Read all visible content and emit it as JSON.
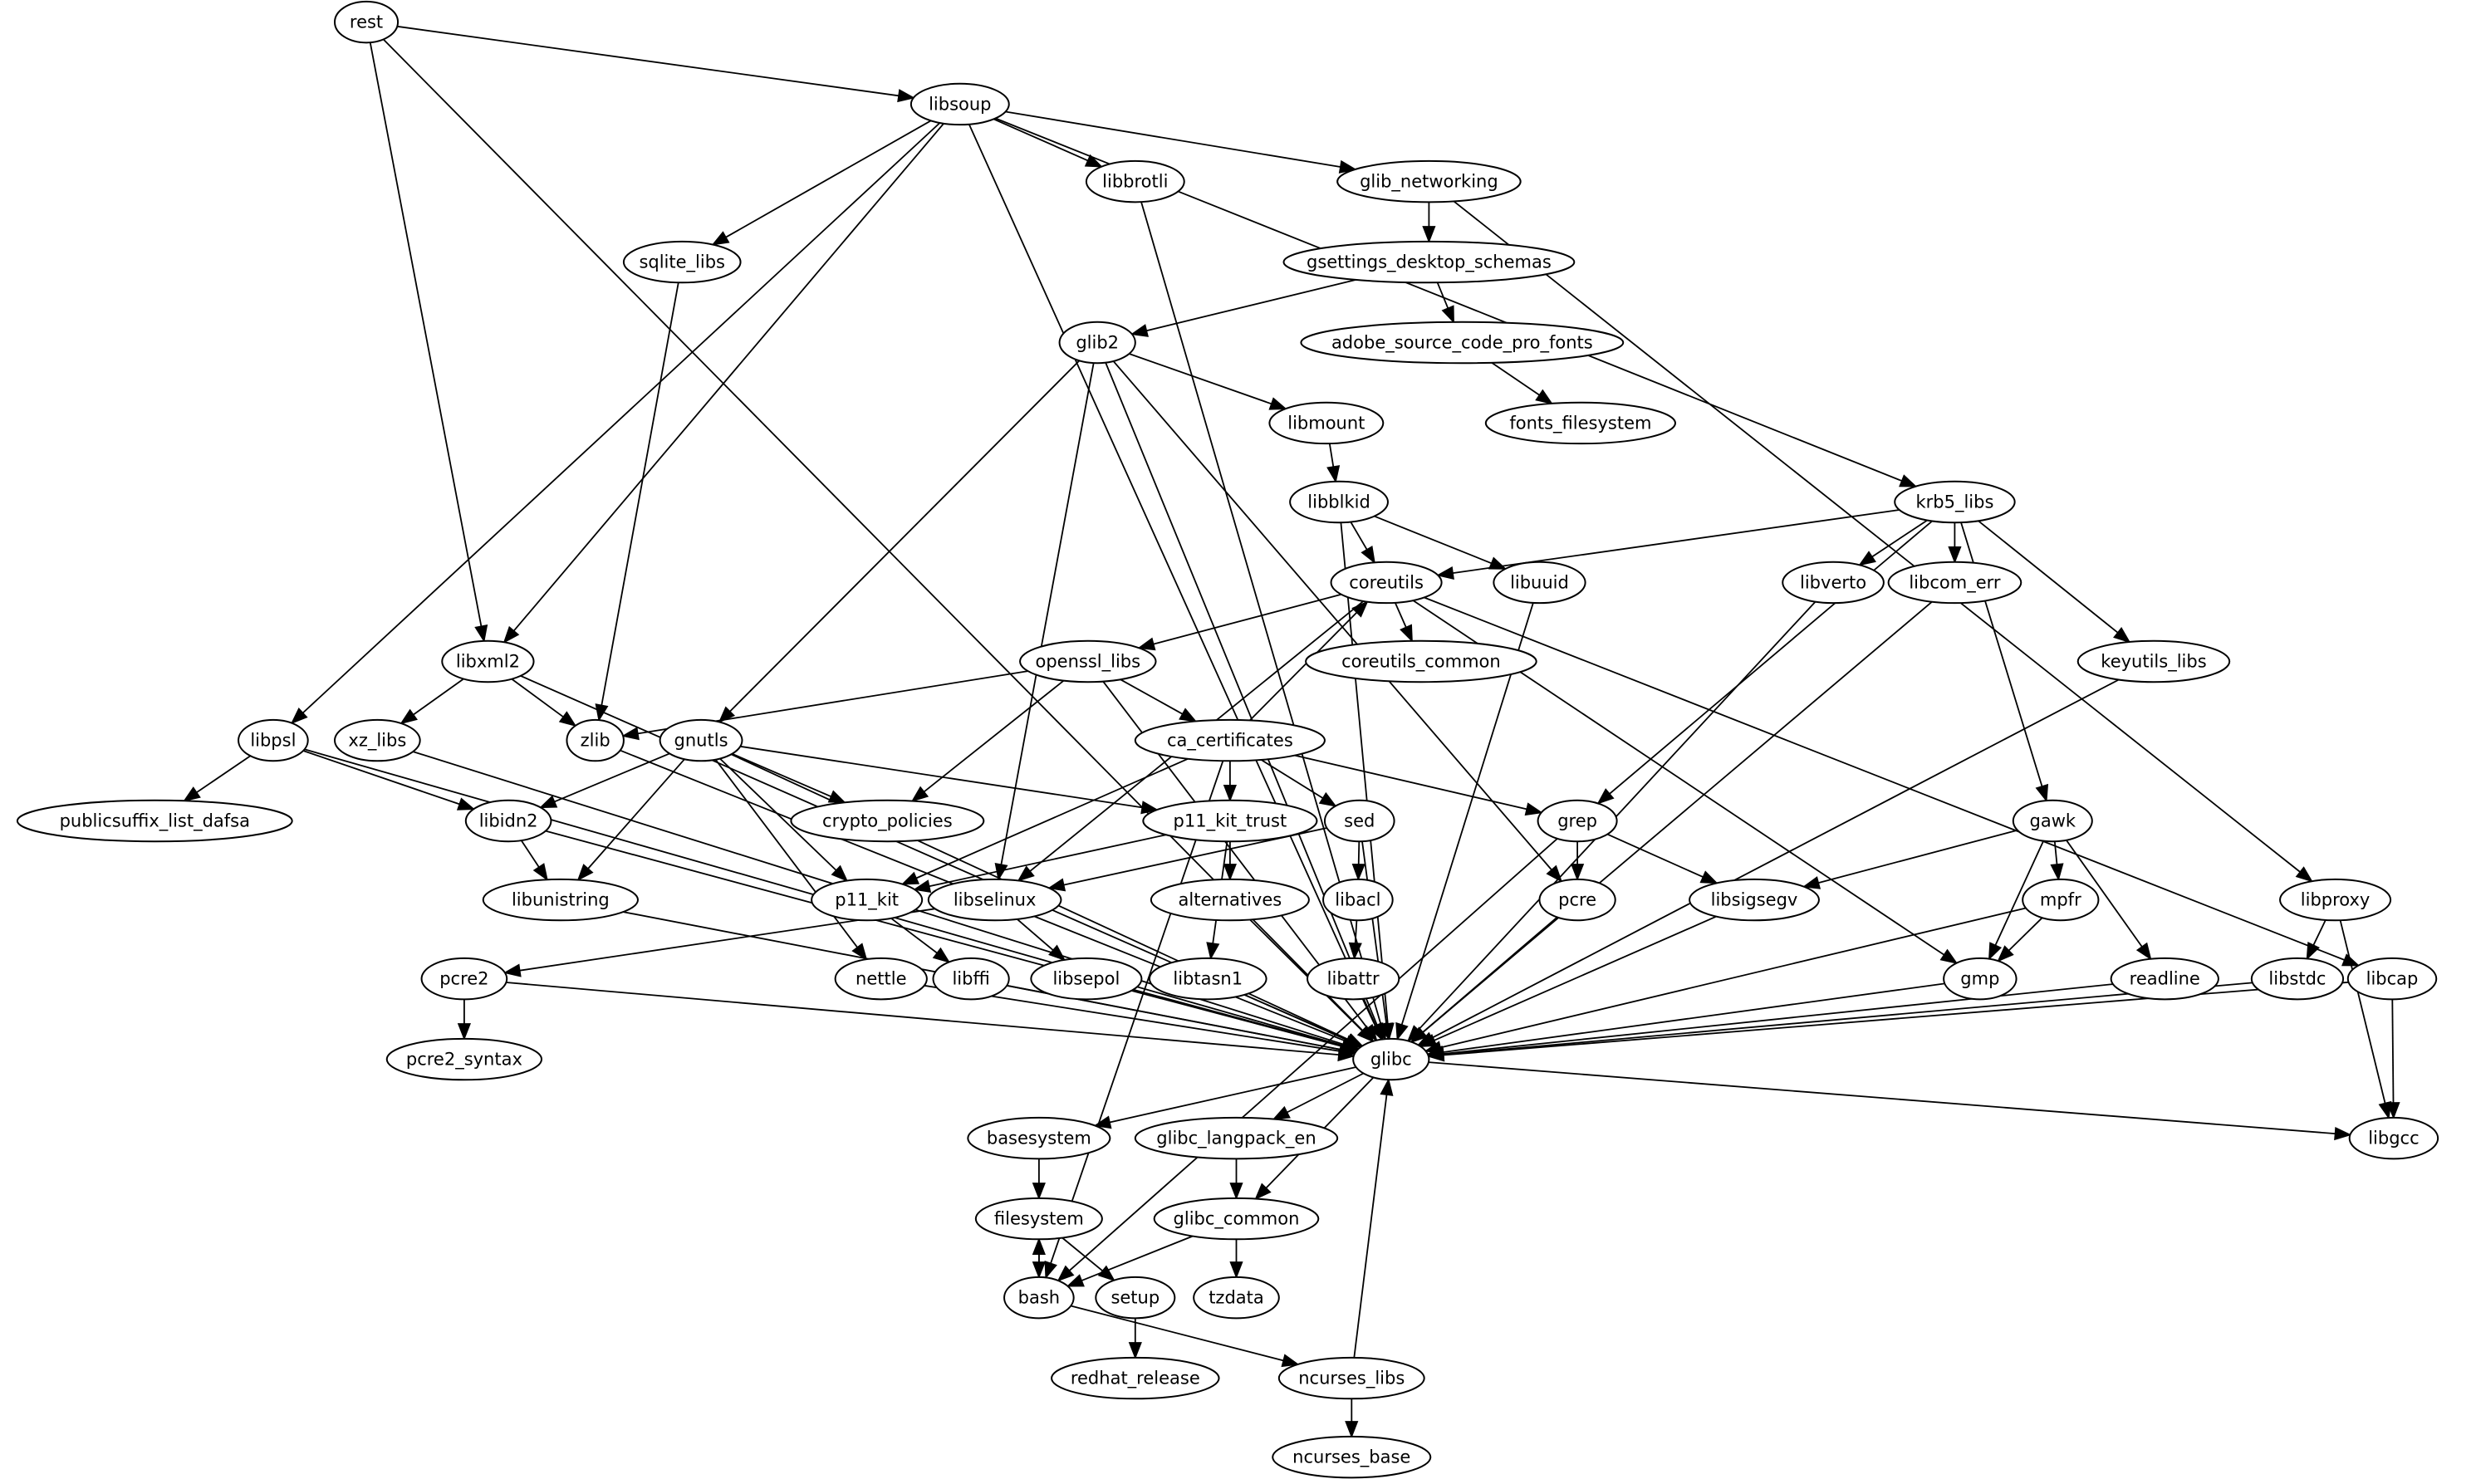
{
  "graph": {
    "type": "directed-dependency-graph",
    "nodes": [
      {
        "id": "rest",
        "label": "rest"
      },
      {
        "id": "libsoup",
        "label": "libsoup"
      },
      {
        "id": "libbrotli",
        "label": "libbrotli"
      },
      {
        "id": "glib_networking",
        "label": "glib_networking"
      },
      {
        "id": "sqlite_libs",
        "label": "sqlite_libs"
      },
      {
        "id": "gsettings_desktop_schemas",
        "label": "gsettings_desktop_schemas"
      },
      {
        "id": "glib2",
        "label": "glib2"
      },
      {
        "id": "adobe_source_code_pro_fonts",
        "label": "adobe_source_code_pro_fonts"
      },
      {
        "id": "libmount",
        "label": "libmount"
      },
      {
        "id": "fonts_filesystem",
        "label": "fonts_filesystem"
      },
      {
        "id": "libblkid",
        "label": "libblkid"
      },
      {
        "id": "krb5_libs",
        "label": "krb5_libs"
      },
      {
        "id": "coreutils",
        "label": "coreutils"
      },
      {
        "id": "libuuid",
        "label": "libuuid"
      },
      {
        "id": "libverto",
        "label": "libverto"
      },
      {
        "id": "libcom_err",
        "label": "libcom_err"
      },
      {
        "id": "libxml2",
        "label": "libxml2"
      },
      {
        "id": "openssl_libs",
        "label": "openssl_libs"
      },
      {
        "id": "coreutils_common",
        "label": "coreutils_common"
      },
      {
        "id": "keyutils_libs",
        "label": "keyutils_libs"
      },
      {
        "id": "libpsl",
        "label": "libpsl"
      },
      {
        "id": "xz_libs",
        "label": "xz_libs"
      },
      {
        "id": "zlib",
        "label": "zlib"
      },
      {
        "id": "gnutls",
        "label": "gnutls"
      },
      {
        "id": "ca_certificates",
        "label": "ca_certificates"
      },
      {
        "id": "publicsuffix_list_dafsa",
        "label": "publicsuffix_list_dafsa"
      },
      {
        "id": "libidn2",
        "label": "libidn2"
      },
      {
        "id": "crypto_policies",
        "label": "crypto_policies"
      },
      {
        "id": "p11_kit_trust",
        "label": "p11_kit_trust"
      },
      {
        "id": "sed",
        "label": "sed"
      },
      {
        "id": "grep",
        "label": "grep"
      },
      {
        "id": "gawk",
        "label": "gawk"
      },
      {
        "id": "libunistring",
        "label": "libunistring"
      },
      {
        "id": "p11_kit",
        "label": "p11_kit"
      },
      {
        "id": "libselinux",
        "label": "libselinux"
      },
      {
        "id": "alternatives",
        "label": "alternatives"
      },
      {
        "id": "libacl",
        "label": "libacl"
      },
      {
        "id": "pcre",
        "label": "pcre"
      },
      {
        "id": "libsigsegv",
        "label": "libsigsegv"
      },
      {
        "id": "mpfr",
        "label": "mpfr"
      },
      {
        "id": "libproxy",
        "label": "libproxy"
      },
      {
        "id": "pcre2",
        "label": "pcre2"
      },
      {
        "id": "nettle",
        "label": "nettle"
      },
      {
        "id": "libffi",
        "label": "libffi"
      },
      {
        "id": "libsepol",
        "label": "libsepol"
      },
      {
        "id": "libtasn1",
        "label": "libtasn1"
      },
      {
        "id": "libattr",
        "label": "libattr"
      },
      {
        "id": "gmp",
        "label": "gmp"
      },
      {
        "id": "readline",
        "label": "readline"
      },
      {
        "id": "libstdc",
        "label": "libstdc"
      },
      {
        "id": "libcap",
        "label": "libcap"
      },
      {
        "id": "glibc",
        "label": "glibc"
      },
      {
        "id": "pcre2_syntax",
        "label": "pcre2_syntax"
      },
      {
        "id": "basesystem",
        "label": "basesystem"
      },
      {
        "id": "glibc_langpack_en",
        "label": "glibc_langpack_en"
      },
      {
        "id": "libgcc",
        "label": "libgcc"
      },
      {
        "id": "filesystem",
        "label": "filesystem"
      },
      {
        "id": "glibc_common",
        "label": "glibc_common"
      },
      {
        "id": "bash",
        "label": "bash"
      },
      {
        "id": "setup",
        "label": "setup"
      },
      {
        "id": "tzdata",
        "label": "tzdata"
      },
      {
        "id": "redhat_release",
        "label": "redhat_release"
      },
      {
        "id": "ncurses_libs",
        "label": "ncurses_libs"
      },
      {
        "id": "ncurses_base",
        "label": "ncurses_base"
      }
    ],
    "edges": [
      [
        "rest",
        "libsoup"
      ],
      [
        "rest",
        "libxml2"
      ],
      [
        "rest",
        "glibc"
      ],
      [
        "libsoup",
        "libbrotli"
      ],
      [
        "libsoup",
        "glib_networking"
      ],
      [
        "libsoup",
        "sqlite_libs"
      ],
      [
        "libsoup",
        "libxml2"
      ],
      [
        "libsoup",
        "libpsl"
      ],
      [
        "libsoup",
        "krb5_libs"
      ],
      [
        "libsoup",
        "glibc"
      ],
      [
        "libbrotli",
        "glibc"
      ],
      [
        "glib_networking",
        "gsettings_desktop_schemas"
      ],
      [
        "glib_networking",
        "libproxy"
      ],
      [
        "sqlite_libs",
        "zlib"
      ],
      [
        "gsettings_desktop_schemas",
        "glib2"
      ],
      [
        "gsettings_desktop_schemas",
        "adobe_source_code_pro_fonts"
      ],
      [
        "adobe_source_code_pro_fonts",
        "fonts_filesystem"
      ],
      [
        "glib2",
        "libmount"
      ],
      [
        "glib2",
        "gnutls"
      ],
      [
        "glib2",
        "libselinux"
      ],
      [
        "glib2",
        "pcre"
      ],
      [
        "glib2",
        "glibc"
      ],
      [
        "libmount",
        "libblkid"
      ],
      [
        "libblkid",
        "coreutils"
      ],
      [
        "libblkid",
        "libuuid"
      ],
      [
        "libblkid",
        "glibc"
      ],
      [
        "libuuid",
        "glibc"
      ],
      [
        "krb5_libs",
        "coreutils"
      ],
      [
        "krb5_libs",
        "libverto"
      ],
      [
        "krb5_libs",
        "libcom_err"
      ],
      [
        "krb5_libs",
        "keyutils_libs"
      ],
      [
        "krb5_libs",
        "gawk"
      ],
      [
        "krb5_libs",
        "grep"
      ],
      [
        "libverto",
        "glibc"
      ],
      [
        "libcom_err",
        "glibc"
      ],
      [
        "keyutils_libs",
        "glibc"
      ],
      [
        "coreutils",
        "openssl_libs"
      ],
      [
        "coreutils",
        "coreutils_common"
      ],
      [
        "coreutils",
        "libselinux"
      ],
      [
        "coreutils",
        "gmp"
      ],
      [
        "coreutils",
        "libcap"
      ],
      [
        "openssl_libs",
        "zlib"
      ],
      [
        "openssl_libs",
        "crypto_policies"
      ],
      [
        "openssl_libs",
        "ca_certificates"
      ],
      [
        "openssl_libs",
        "glibc"
      ],
      [
        "ca_certificates",
        "coreutils"
      ],
      [
        "ca_certificates",
        "p11_kit_trust"
      ],
      [
        "ca_certificates",
        "sed"
      ],
      [
        "ca_certificates",
        "grep"
      ],
      [
        "ca_certificates",
        "p11_kit"
      ],
      [
        "ca_certificates",
        "bash"
      ],
      [
        "libxml2",
        "xz_libs"
      ],
      [
        "libxml2",
        "zlib"
      ],
      [
        "libxml2",
        "glibc"
      ],
      [
        "libpsl",
        "publicsuffix_list_dafsa"
      ],
      [
        "libpsl",
        "libidn2"
      ],
      [
        "libpsl",
        "glibc"
      ],
      [
        "xz_libs",
        "glibc"
      ],
      [
        "zlib",
        "glibc"
      ],
      [
        "gnutls",
        "libidn2"
      ],
      [
        "gnutls",
        "libunistring"
      ],
      [
        "gnutls",
        "crypto_policies"
      ],
      [
        "gnutls",
        "p11_kit_trust"
      ],
      [
        "gnutls",
        "p11_kit"
      ],
      [
        "gnutls",
        "nettle"
      ],
      [
        "gnutls",
        "glibc"
      ],
      [
        "libidn2",
        "libunistring"
      ],
      [
        "libidn2",
        "glibc"
      ],
      [
        "libunistring",
        "glibc"
      ],
      [
        "p11_kit_trust",
        "p11_kit"
      ],
      [
        "p11_kit_trust",
        "alternatives"
      ],
      [
        "p11_kit_trust",
        "libtasn1"
      ],
      [
        "p11_kit",
        "libffi"
      ],
      [
        "sed",
        "libselinux"
      ],
      [
        "sed",
        "libacl"
      ],
      [
        "sed",
        "glibc"
      ],
      [
        "grep",
        "pcre"
      ],
      [
        "grep",
        "libsigsegv"
      ],
      [
        "grep",
        "bash"
      ],
      [
        "libselinux",
        "libsepol"
      ],
      [
        "libselinux",
        "pcre2"
      ],
      [
        "pcre2",
        "pcre2_syntax"
      ],
      [
        "pcre2",
        "glibc"
      ],
      [
        "alternatives",
        "glibc"
      ],
      [
        "libacl",
        "libattr"
      ],
      [
        "libattr",
        "glibc"
      ],
      [
        "pcre",
        "glibc"
      ],
      [
        "libsigsegv",
        "glibc"
      ],
      [
        "gawk",
        "libsigsegv"
      ],
      [
        "gawk",
        "gmp"
      ],
      [
        "gawk",
        "mpfr"
      ],
      [
        "gawk",
        "readline"
      ],
      [
        "mpfr",
        "gmp"
      ],
      [
        "mpfr",
        "glibc"
      ],
      [
        "gmp",
        "glibc"
      ],
      [
        "readline",
        "glibc"
      ],
      [
        "libproxy",
        "libstdc"
      ],
      [
        "libproxy",
        "libgcc"
      ],
      [
        "libstdc",
        "glibc"
      ],
      [
        "libcap",
        "libgcc"
      ],
      [
        "libcap",
        "glibc"
      ],
      [
        "nettle",
        "glibc"
      ],
      [
        "libffi",
        "glibc"
      ],
      [
        "libsepol",
        "glibc"
      ],
      [
        "libtasn1",
        "glibc"
      ],
      [
        "glibc",
        "basesystem"
      ],
      [
        "glibc",
        "glibc_langpack_en"
      ],
      [
        "glibc",
        "glibc_common"
      ],
      [
        "glibc",
        "libgcc"
      ],
      [
        "basesystem",
        "filesystem"
      ],
      [
        "glibc_langpack_en",
        "glibc_common"
      ],
      [
        "filesystem",
        "bash"
      ],
      [
        "filesystem",
        "setup"
      ],
      [
        "glibc_common",
        "bash"
      ],
      [
        "glibc_common",
        "tzdata"
      ],
      [
        "bash",
        "filesystem"
      ],
      [
        "bash",
        "ncurses_libs"
      ],
      [
        "setup",
        "redhat_release"
      ],
      [
        "ncurses_libs",
        "glibc"
      ],
      [
        "ncurses_libs",
        "ncurses_base"
      ]
    ]
  }
}
